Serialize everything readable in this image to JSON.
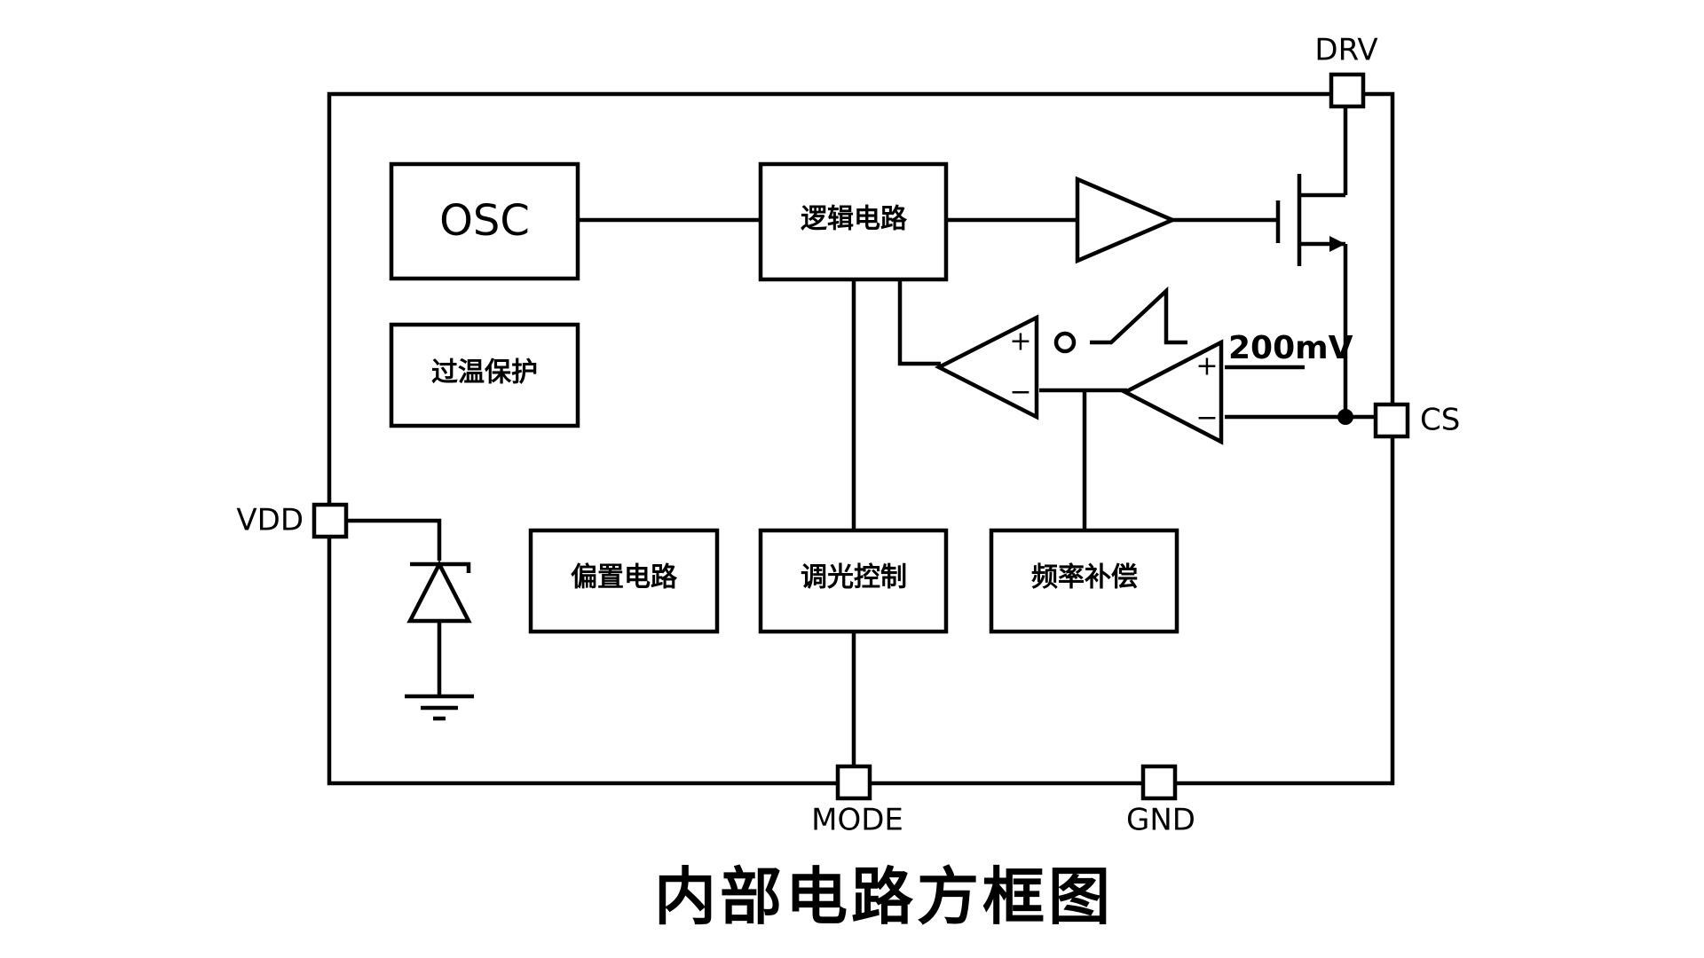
{
  "blocks": {
    "osc": "OSC",
    "logic": "逻辑电路",
    "otp": "过温保护",
    "bias": "偏置电路",
    "dimming": "调光控制",
    "freq_comp": "频率补偿"
  },
  "pins": {
    "drv": "DRV",
    "cs": "CS",
    "vdd": "VDD",
    "mode": "MODE",
    "gnd": "GND"
  },
  "reference_voltage": "200mV",
  "comparator_signs": {
    "plus": "+",
    "minus": "−"
  },
  "caption": "内部电路方框图"
}
